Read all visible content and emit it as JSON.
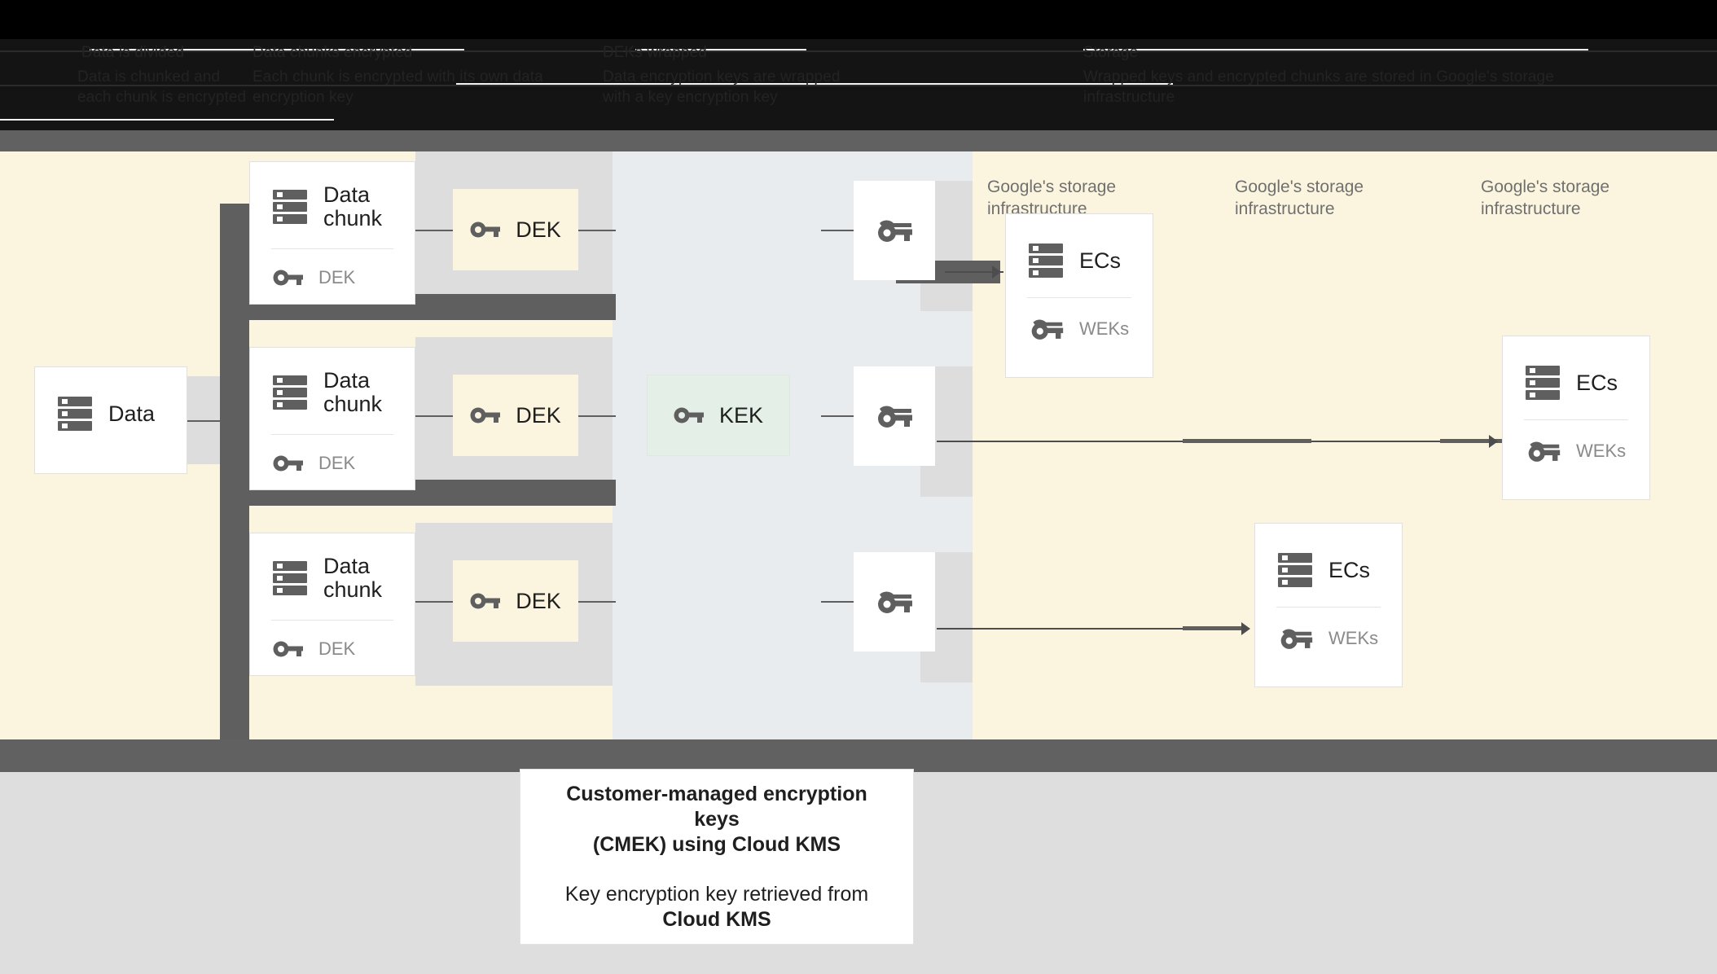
{
  "header": {
    "columns": [
      {
        "label": "Data is divided",
        "text": "Data is chunked and each chunk is encrypted"
      },
      {
        "label": "Data chunks encrypted",
        "text": "Each chunk is encrypted with its own data encryption key"
      },
      {
        "label": "DEKs wrapped",
        "text": "Data encryption keys are wrapped with a key encryption key"
      },
      {
        "label": "Storage",
        "text": "Wrapped keys and encrypted chunks are stored in Google's storage infrastructure"
      }
    ]
  },
  "diagram": {
    "source": {
      "label": "Data",
      "icon": "server-icon"
    },
    "chunks": [
      {
        "title": "Data chunk",
        "key_label": "DEK",
        "icon": "server-icon",
        "key_icon": "key-icon"
      },
      {
        "title": "Data chunk",
        "key_label": "DEK",
        "icon": "server-icon",
        "key_icon": "key-icon"
      },
      {
        "title": "Data chunk",
        "key_label": "DEK",
        "icon": "server-icon",
        "key_icon": "key-icon"
      }
    ],
    "deks": [
      {
        "label": "DEK",
        "icon": "key-icon"
      },
      {
        "label": "DEK",
        "icon": "key-icon"
      },
      {
        "label": "DEK",
        "icon": "key-icon"
      }
    ],
    "kek": {
      "label": "KEK",
      "icon": "key-icon"
    },
    "wrapped_keys": [
      {
        "icon": "double-key-icon"
      },
      {
        "icon": "double-key-icon"
      },
      {
        "icon": "double-key-icon"
      }
    ],
    "infra_labels": [
      "Google's storage infrastructure",
      "Google's storage infrastructure",
      "Google's storage infrastructure"
    ],
    "storage_cards": [
      {
        "title": "ECs",
        "key_label": "WEKs",
        "icon": "server-icon",
        "key_icon": "double-key-icon"
      },
      {
        "title": "ECs",
        "key_label": "WEKs",
        "icon": "server-icon",
        "key_icon": "double-key-icon"
      },
      {
        "title": "ECs",
        "key_label": "WEKs",
        "icon": "server-icon",
        "key_icon": "double-key-icon"
      }
    ]
  },
  "caption": {
    "line1": "Customer-managed encryption keys",
    "line2": "(CMEK) using Cloud KMS",
    "line3": "Key encryption key retrieved from",
    "line4": "Cloud KMS"
  },
  "colors": {
    "cream": "#fbf5e0",
    "blue_gray": "#e8ecee",
    "gray_band": "#dddddd",
    "dark_gray": "#616161",
    "kek_green": "#e3efe7",
    "icon_gray": "#5f5f5f",
    "label_gray": "#8a8a8a"
  }
}
